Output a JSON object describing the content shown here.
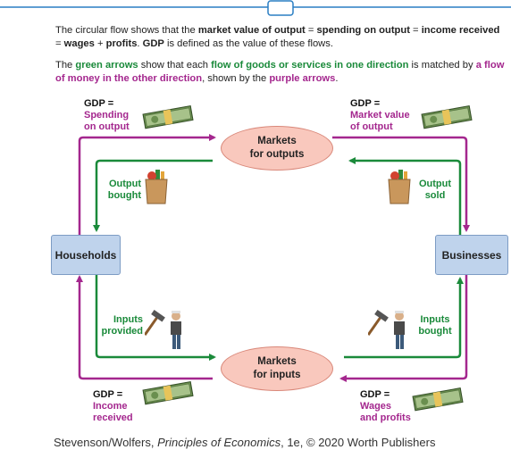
{
  "intro": {
    "p1": {
      "t1": "The circular flow shows that the ",
      "t2": "market value of output",
      "t3": " = ",
      "t4": "spending on output",
      "t5": " = ",
      "t6": "income received",
      "t7": " = ",
      "t8": "wages",
      "t9": " + ",
      "t10": "profits",
      "t11": ". ",
      "t12": "GDP",
      "t13": " is defined as the value of these flows."
    },
    "p2": {
      "t1": "The ",
      "t2": "green arrows",
      "t3": " show that each ",
      "t4": "flow of goods or services in one direction",
      "t5": " is matched by ",
      "t6": "a flow of money in the other direction",
      "t7": ", shown by the ",
      "t8": "purple arrows",
      "t9": "."
    }
  },
  "nodes": {
    "households": "Households",
    "businesses": "Businesses",
    "markets_outputs": [
      "Markets",
      "for outputs"
    ],
    "markets_inputs": [
      "Markets",
      "for inputs"
    ]
  },
  "labels": {
    "gdp_spending": {
      "gdp": "GDP =",
      "lines": [
        "Spending",
        "on output"
      ]
    },
    "gdp_market_value": {
      "gdp": "GDP =",
      "lines": [
        "Market value",
        "of output"
      ]
    },
    "gdp_income": {
      "gdp": "GDP =",
      "lines": [
        "Income",
        "received"
      ]
    },
    "gdp_wages": {
      "gdp": "GDP =",
      "lines": [
        "Wages",
        "and profits"
      ]
    },
    "output_bought": [
      "Output",
      "bought"
    ],
    "output_sold": [
      "Output",
      "sold"
    ],
    "inputs_provided": [
      "Inputs",
      "provided"
    ],
    "inputs_bought": [
      "Inputs",
      "bought"
    ]
  },
  "credit": {
    "pre": "Stevenson/Wolfers, ",
    "title": "Principles of Economics",
    "post": ", 1e, © 2020 Worth Publishers"
  },
  "icons": [
    "money-icon",
    "grocery-bag-icon",
    "worker-with-hammer-icon"
  ],
  "colors": {
    "green": "#1a8a3a",
    "purple": "#a4278e",
    "box": "#bfd3ec",
    "ellipse": "#f9c8bd",
    "header": "#2a7fc4"
  }
}
